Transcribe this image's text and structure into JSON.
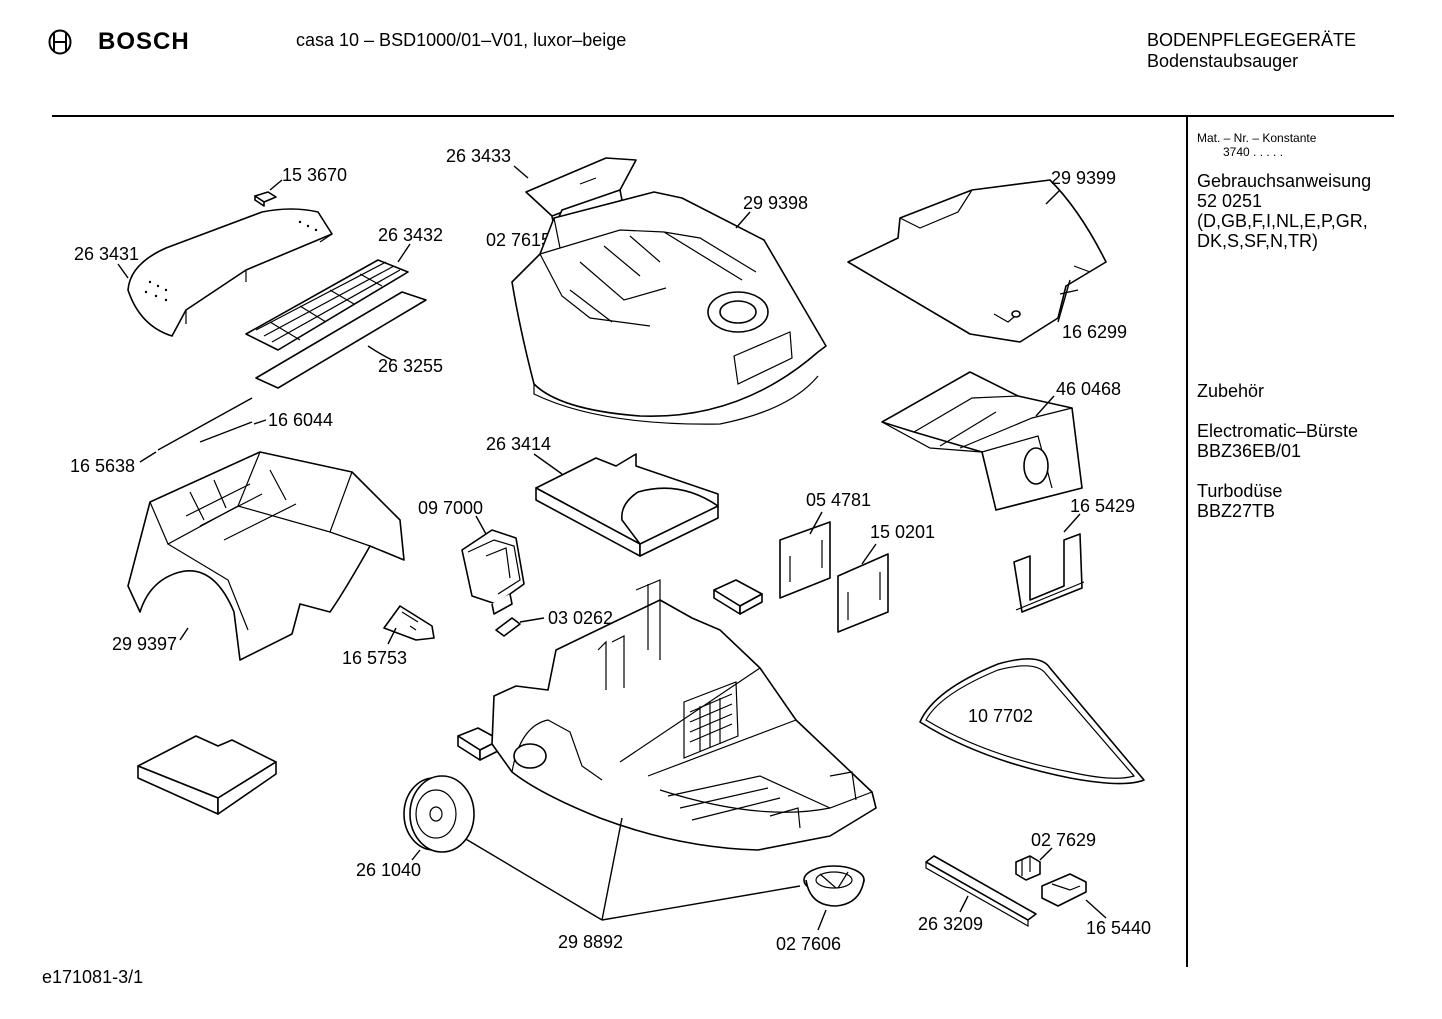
{
  "header": {
    "brand": "BOSCH",
    "sheet_title": "casa 10 – BSD1000/01–V01, luxor–beige",
    "category_line1": "BODENPFLEGEGERÄTE",
    "category_line2": "Bodenstaubsauger"
  },
  "sidebar": {
    "mat_label": "Mat. – Nr. – Konstante",
    "mat_value": "3740  .  .   .  .  .",
    "manual_title": "Gebrauchsanweisung",
    "manual_number": "52 0251",
    "manual_langs_1": "(D,GB,F,I,NL,E,P,GR,",
    "manual_langs_2": "DK,S,SF,N,TR)",
    "accessories_title": "Zubehör",
    "acc1_name": "Electromatic–Bürste",
    "acc1_code": "BBZ36EB/01",
    "acc2_name": "Turbodüse",
    "acc2_code": "BBZ27TB"
  },
  "footer": {
    "drawing_ref": "e171081-3/1"
  },
  "parts": {
    "p153670": "15 3670",
    "p263431": "26 3431",
    "p263432": "26 3432",
    "p263255": "26 3255",
    "p166044": "16 6044",
    "p165638": "16 5638",
    "p299397": "29 9397",
    "p263433": "26 3433",
    "p027615": "02 7615",
    "p299398": "29 9398",
    "p299399": "29 9399",
    "p166299": "16 6299",
    "p460468": "46 0468",
    "p263414": "26 3414",
    "p097000": "09 7000",
    "p030262": "03 0262",
    "p165753": "16 5753",
    "p054781": "05 4781",
    "p150201": "15 0201",
    "p165429": "16 5429",
    "p107702": "10 7702",
    "p261040": "26 1040",
    "p298892": "29 8892",
    "p027606": "02 7606",
    "p263209": "26 3209",
    "p027629": "02 7629",
    "p165440": "16 5440"
  }
}
